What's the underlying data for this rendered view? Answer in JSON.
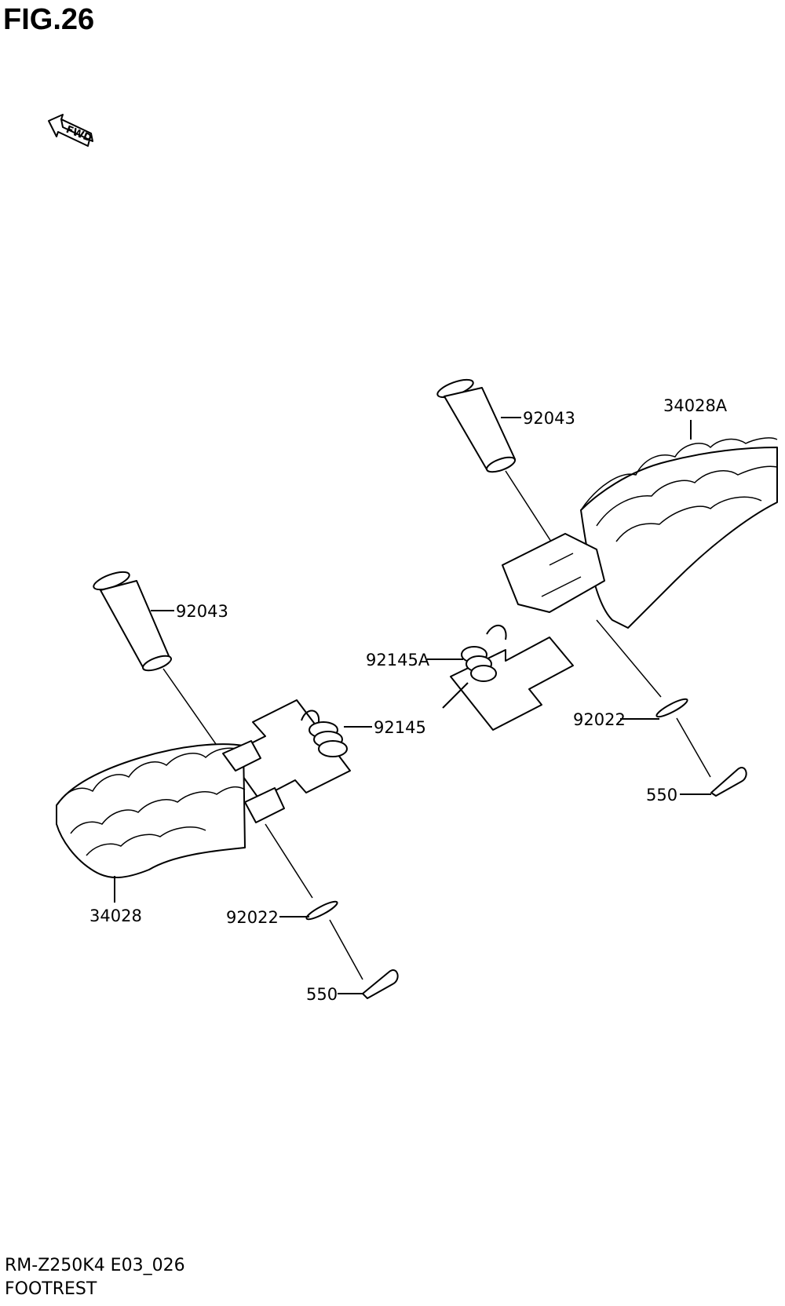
{
  "figure": {
    "title": "FIG.26",
    "fwd_label": "FWD"
  },
  "footer": {
    "model_code": "RM-Z250K4 E03_026",
    "section_name": "FOOTREST"
  },
  "labels": {
    "pin_right": "92043",
    "footrest_right": "34028A",
    "spring_right": "92145A",
    "washer_right": "92022",
    "cotter_right": "550",
    "pin_left": "92043",
    "spring_left": "92145",
    "footrest_left": "34028",
    "washer_left": "92022",
    "cotter_left": "550"
  }
}
